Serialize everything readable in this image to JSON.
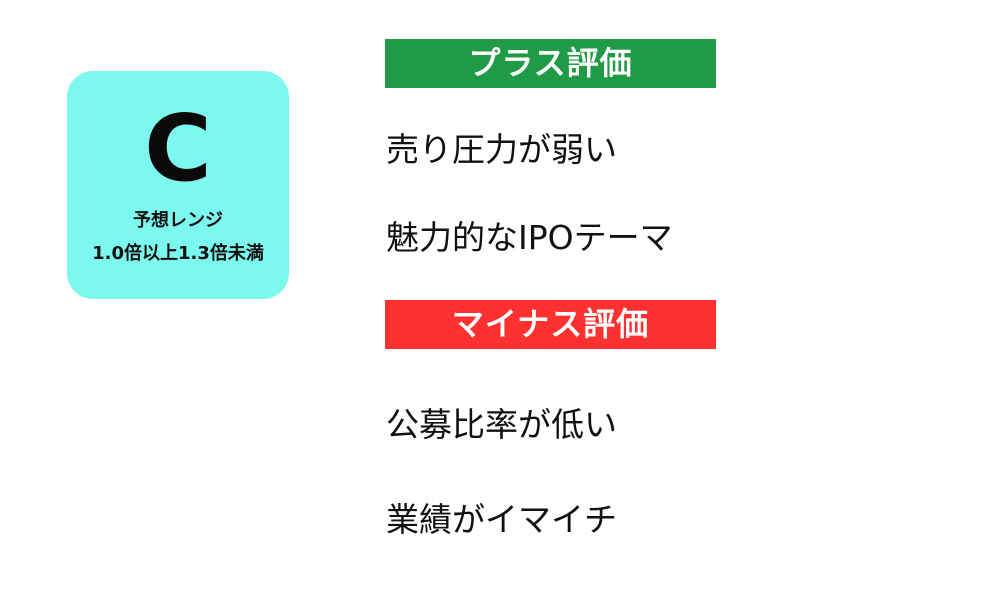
{
  "rank_card": {
    "letter": "C",
    "line1": "予想レンジ",
    "line2": "1.0倍以上1.3倍未満",
    "bg_color": "#7cf8ef"
  },
  "plus": {
    "heading": "プラス評価",
    "color": "#1f9a45",
    "items": [
      "売り圧力が弱い",
      "魅力的なIPOテーマ"
    ]
  },
  "minus": {
    "heading": "マイナス評価",
    "color": "#ff3030",
    "items": [
      "公募比率が低い",
      "業績がイマイチ"
    ]
  }
}
